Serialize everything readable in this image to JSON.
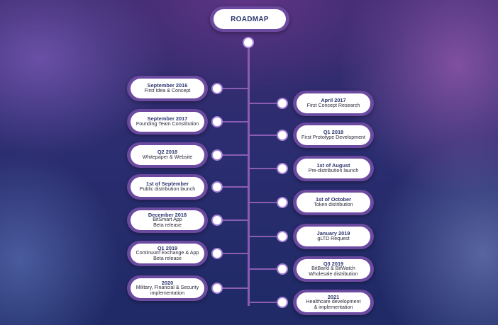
{
  "title": "ROADMAP",
  "left_items": [
    {
      "date": "September 2016",
      "desc": "First Idea & Concept"
    },
    {
      "date": "September 2017",
      "desc": "Founding Team Constitution"
    },
    {
      "date": "Q2 2018",
      "desc": "Whitepaper & Website"
    },
    {
      "date": "1st of September",
      "desc": "Public distribution launch"
    },
    {
      "date": "December 2018",
      "desc": "BitSmart App\nBeta release"
    },
    {
      "date": "Q1 2019",
      "desc": "Continuum Exchange & App\nBeta release"
    },
    {
      "date": "2020",
      "desc": "Military, Financial & Security\nimplementation"
    }
  ],
  "right_items": [
    {
      "date": "April 2017",
      "desc": "First Concept Research"
    },
    {
      "date": "Q1 2018",
      "desc": "First Prototype Development"
    },
    {
      "date": "1st of August",
      "desc": "Pre-distribution launch"
    },
    {
      "date": "1st of October",
      "desc": "Token distribution"
    },
    {
      "date": "January 2019",
      "desc": "gLTD Request"
    },
    {
      "date": "Q3 2019",
      "desc": "BitBand & BitWatch\nWholesale distribution"
    },
    {
      "date": "2021",
      "desc": "Healthcare development\n& implementation"
    }
  ]
}
